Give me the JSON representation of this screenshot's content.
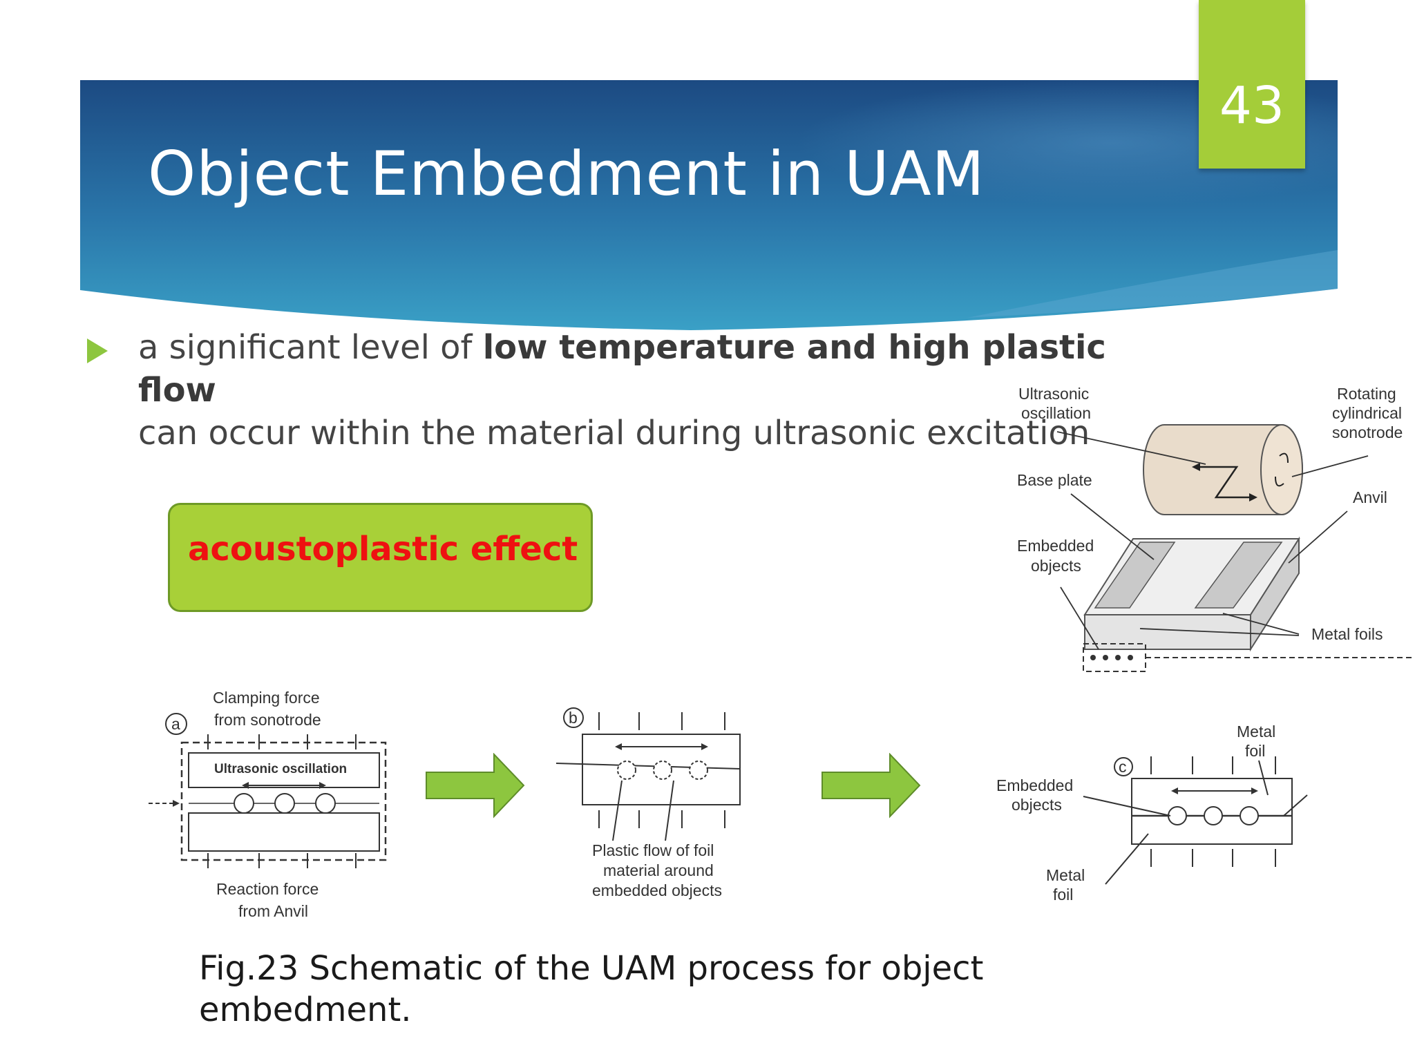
{
  "slide": {
    "title": "Object Embedment in UAM",
    "page_number": "43",
    "bullet": {
      "prefix": "a significant level of ",
      "bold": "low temperature and high plastic flow",
      "suffix": "can occur within the material during ultrasonic excitation"
    },
    "highlight_box": "acoustoplastic effect",
    "caption_line1": "Fig.23 Schematic of the UAM process for object",
    "caption_line2": "embedment."
  },
  "figure": {
    "main": {
      "ultrasonic_1": "Ultrasonic",
      "ultrasonic_2": "oscillation",
      "rotating_1": "Rotating",
      "rotating_2": "cylindrical",
      "rotating_3": "sonotrode",
      "base_plate": "Base plate",
      "anvil": "Anvil",
      "embedded_1": "Embedded",
      "embedded_2": "objects",
      "metal_foils": "Metal foils"
    },
    "panel_a": {
      "letter": "a",
      "clamping_1": "Clamping force",
      "clamping_2": "from sonotrode",
      "ultrasonic": "Ultrasonic oscillation",
      "reaction_1": "Reaction force",
      "reaction_2": "from Anvil"
    },
    "panel_b": {
      "letter": "b",
      "plastic_1": "Plastic flow of foil",
      "plastic_2": "material around",
      "plastic_3": "embedded objects"
    },
    "panel_c": {
      "letter": "c",
      "metal_1": "Metal",
      "metal_2": "foil",
      "embedded_1": "Embedded",
      "embedded_2": "objects",
      "metal2_1": "Metal",
      "metal2_2": "foil"
    }
  },
  "colors": {
    "header_dark": "#1d4f86",
    "header_light": "#3e9ec3",
    "accent_green": "#a4cd39",
    "effect_text": "#ee1111"
  }
}
